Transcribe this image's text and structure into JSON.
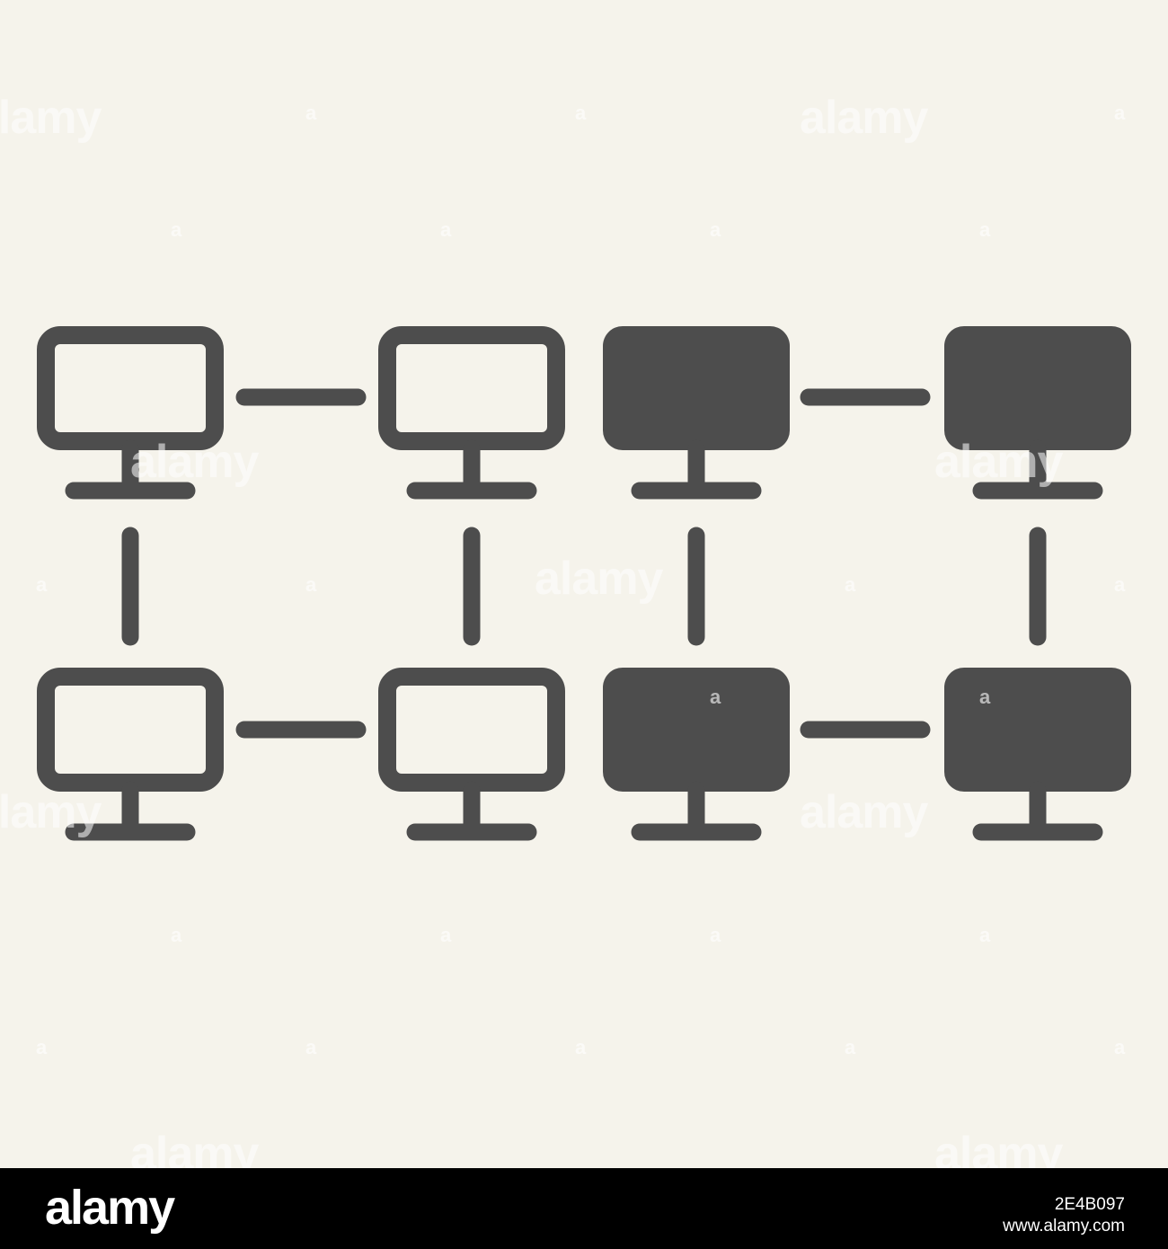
{
  "colors": {
    "background": "#f5f3eb",
    "icon": "#4d4d4d",
    "watermark": "#ffffff",
    "footer_background": "#000000",
    "footer_text": "#ffffff"
  },
  "illustration": {
    "icon": "computer-network-icon",
    "nodes": [
      {
        "name": "monitor-outline-top-1",
        "style": "outline"
      },
      {
        "name": "monitor-outline-top-2",
        "style": "outline"
      },
      {
        "name": "monitor-filled-top-3",
        "style": "filled"
      },
      {
        "name": "monitor-filled-top-4",
        "style": "filled"
      },
      {
        "name": "monitor-outline-bottom-1",
        "style": "outline"
      },
      {
        "name": "monitor-outline-bottom-2",
        "style": "outline"
      },
      {
        "name": "monitor-filled-bottom-3",
        "style": "filled"
      },
      {
        "name": "monitor-filled-bottom-4",
        "style": "filled"
      }
    ]
  },
  "watermark": {
    "brand": "alamy",
    "mark": "a"
  },
  "footer": {
    "logo": "alamy",
    "image_id": "2E4B097",
    "url": "www.alamy.com"
  }
}
